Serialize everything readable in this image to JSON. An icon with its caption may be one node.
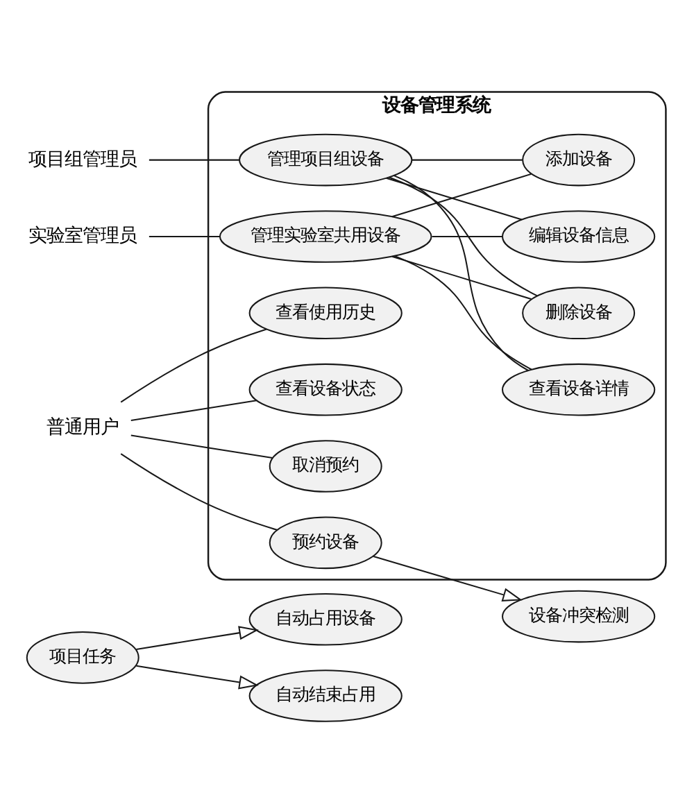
{
  "diagram": {
    "nodes": [
      {
        "text": [
          "自动占用设备"
        ]
      },
      {
        "text": [
          "项目任务"
        ]
      },
      {
        "text": [
          "自动结束占用"
        ]
      },
      {
        "text": [
          "项目组管理员"
        ]
      },
      {
        "text": [
          "实验室管理员"
        ]
      },
      {
        "text": [
          "普通用户"
        ]
      },
      {
        "text": [
          "设备管理系统"
        ]
      },
      {
        "text": [
          "管理项目组设备"
        ],
        "in": 6
      },
      {
        "text": [
          "编辑设备信息"
        ],
        "in": 6
      },
      {
        "text": [
          "管理实验室共用设备"
        ],
        "in": 6
      },
      {
        "text": [
          "添加设备"
        ],
        "in": 6
      },
      {
        "text": [
          "查看设备详情"
        ],
        "in": 6
      },
      {
        "text": [
          "查看使用历史"
        ],
        "in": 6
      },
      {
        "text": [
          "删除设备"
        ],
        "in": 6
      },
      {
        "text": [
          "查看设备状态"
        ],
        "in": 6
      },
      {
        "text": [
          "取消预约"
        ],
        "in": 6
      },
      {
        "text": [
          "预约设备"
        ],
        "in": 6
      },
      {
        "text": [
          "设备冲突检测"
        ]
      }
    ],
    "edges": [
      {
        "from": 1,
        "to": 0,
        "arrow": "to"
      },
      {
        "from": 1,
        "to": 2,
        "arrow": "to"
      },
      {
        "from": 3,
        "to": 7,
        "arrow": "none"
      },
      {
        "from": 4,
        "to": 9,
        "arrow": "none"
      },
      {
        "from": 7,
        "to": 8,
        "arrow": "none"
      },
      {
        "from": 7,
        "to": 10,
        "arrow": "none"
      },
      {
        "from": 7,
        "to": 11,
        "arrow": "none"
      },
      {
        "from": 7,
        "to": 13,
        "arrow": "none"
      },
      {
        "from": 9,
        "to": 8,
        "arrow": "none"
      },
      {
        "from": 9,
        "to": 10,
        "arrow": "none"
      },
      {
        "from": 9,
        "to": 11,
        "arrow": "none"
      },
      {
        "from": 9,
        "to": 13,
        "arrow": "none"
      },
      {
        "from": 5,
        "to": 12,
        "arrow": "none"
      },
      {
        "from": 5,
        "to": 14,
        "arrow": "none"
      },
      {
        "from": 5,
        "to": 15,
        "arrow": "none"
      },
      {
        "from": 5,
        "to": 16,
        "arrow": "none"
      },
      {
        "from": 16,
        "to": 17,
        "arrow": "to"
      }
    ]
  }
}
